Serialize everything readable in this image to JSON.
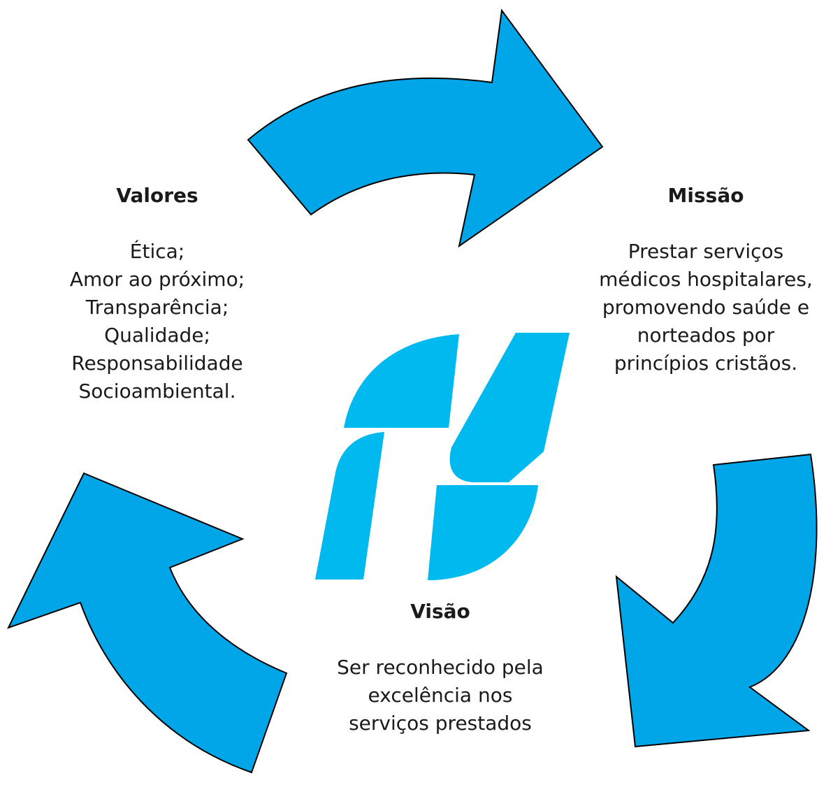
{
  "colors": {
    "arrow_fill": "#00a6e8",
    "arrow_stroke": "#000000",
    "logo_fill": "#00b9ef"
  },
  "logo": {
    "icon": "fh-monogram-logo"
  },
  "valores": {
    "heading": "Valores",
    "lines": [
      "Ética;",
      "Amor ao próximo;",
      "Transparência;",
      "Qualidade;",
      "Responsabilidade",
      "Socioambiental."
    ]
  },
  "missao": {
    "heading": "Missão",
    "lines": [
      "Prestar serviços",
      "médicos hospitalares,",
      "promovendo saúde e",
      "norteados por",
      "princípios cristãos."
    ]
  },
  "visao": {
    "heading": "Visão",
    "lines": [
      "Ser reconhecido pela",
      "excelência nos",
      "serviços prestados"
    ]
  }
}
